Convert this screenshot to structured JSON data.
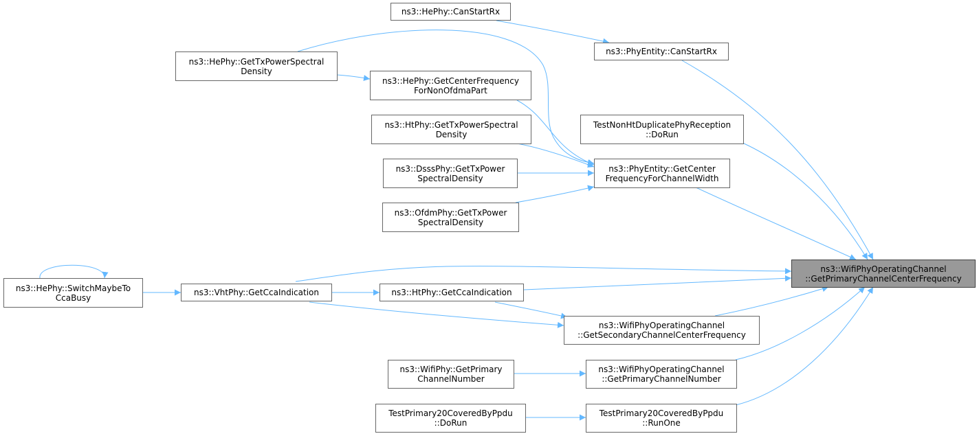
{
  "graph": {
    "focus": {
      "line1": "ns3::WifiPhyOperatingChannel",
      "line2": "::GetPrimaryChannelCenterFrequency"
    },
    "nodes": {
      "he_canstartrx": {
        "line1": "ns3::HePhy::CanStartRx"
      },
      "phy_canstartrx": {
        "line1": "ns3::PhyEntity::CanStartRx"
      },
      "he_gettxpsd": {
        "line1": "ns3::HePhy::GetTxPowerSpectral",
        "line2": "Density"
      },
      "he_getcenterfreq": {
        "line1": "ns3::HePhy::GetCenterFrequency",
        "line2": "ForNonOfdmaPart"
      },
      "test_nonht": {
        "line1": "TestNonHtDuplicatePhyReception",
        "line2": "::DoRun"
      },
      "ht_gettxpsd": {
        "line1": "ns3::HtPhy::GetTxPowerSpectral",
        "line2": "Density"
      },
      "phy_getcenterfreq": {
        "line1": "ns3::PhyEntity::GetCenter",
        "line2": "FrequencyForChannelWidth"
      },
      "dsss_gettxpsd": {
        "line1": "ns3::DsssPhy::GetTxPower",
        "line2": "SpectralDensity"
      },
      "ofdm_gettxpsd": {
        "line1": "ns3::OfdmPhy::GetTxPower",
        "line2": "SpectralDensity"
      },
      "he_switch": {
        "line1": "ns3::HePhy::SwitchMaybeTo",
        "line2": "CcaBusy"
      },
      "vht_getcca": {
        "line1": "ns3::VhtPhy::GetCcaIndication"
      },
      "ht_getcca": {
        "line1": "ns3::HtPhy::GetCcaIndication"
      },
      "woc_secondary": {
        "line1": "ns3::WifiPhyOperatingChannel",
        "line2": "::GetSecondaryChannelCenterFrequency"
      },
      "wifiphy_getprimary": {
        "line1": "ns3::WifiPhy::GetPrimary",
        "line2": "ChannelNumber"
      },
      "woc_primarynum": {
        "line1": "ns3::WifiPhyOperatingChannel",
        "line2": "::GetPrimaryChannelNumber"
      },
      "test_p20_dorun": {
        "line1": "TestPrimary20CoveredByPpdu",
        "line2": "::DoRun"
      },
      "test_p20_runone": {
        "line1": "TestPrimary20CoveredByPpdu",
        "line2": "::RunOne"
      }
    },
    "edge_color": "#63b8ff",
    "node_border_color": "#666666",
    "focus_fill_color": "#999999"
  }
}
